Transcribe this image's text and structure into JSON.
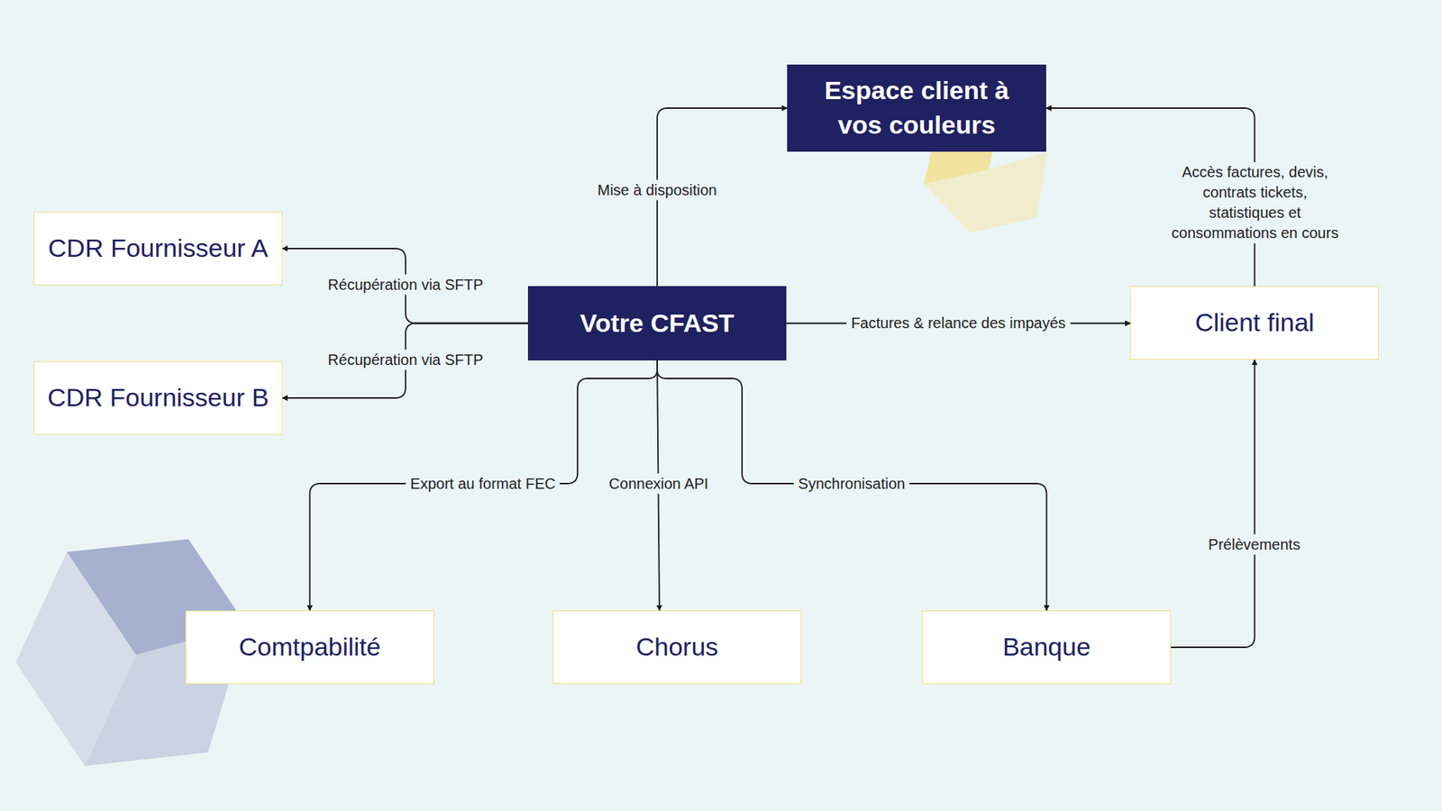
{
  "diagram": {
    "nodes": [
      {
        "text": [
          "Espace client à vos couleurs"
        ]
      },
      {
        "text": [
          "CDR Fournisseur A"
        ]
      },
      {
        "text": [
          "Votre CFAST"
        ]
      },
      {
        "text": [
          "Client final"
        ]
      },
      {
        "text": [
          "CDR Fournisseur B"
        ]
      },
      {
        "text": [
          "Comtpabilité"
        ]
      },
      {
        "text": [
          "Chorus"
        ]
      },
      {
        "text": [
          "Banque"
        ]
      }
    ],
    "edges": [
      {
        "from": 2,
        "to": 0,
        "label": "Mise à disposition",
        "arrow": "to"
      },
      {
        "from": 2,
        "to": 1,
        "label": "Récupération via SFTP",
        "arrow": "to"
      },
      {
        "from": 2,
        "to": 4,
        "label": "Récupération via SFTP",
        "arrow": "to"
      },
      {
        "from": 2,
        "to": 3,
        "label": "Factures & relance des impayés",
        "arrow": "to"
      },
      {
        "from": 3,
        "to": 0,
        "label": "Accès factures, devis, contrats tickets, statistiques et consommations en cours",
        "arrow": "to"
      },
      {
        "from": 2,
        "to": 5,
        "label": "Export au format FEC",
        "arrow": "to"
      },
      {
        "from": 2,
        "to": 6,
        "label": "Connexion API",
        "arrow": "to"
      },
      {
        "from": 2,
        "to": 7,
        "label": "Synchronisation",
        "arrow": "to"
      },
      {
        "from": 7,
        "to": 3,
        "label": "Prélèvements",
        "arrow": "to"
      }
    ]
  }
}
